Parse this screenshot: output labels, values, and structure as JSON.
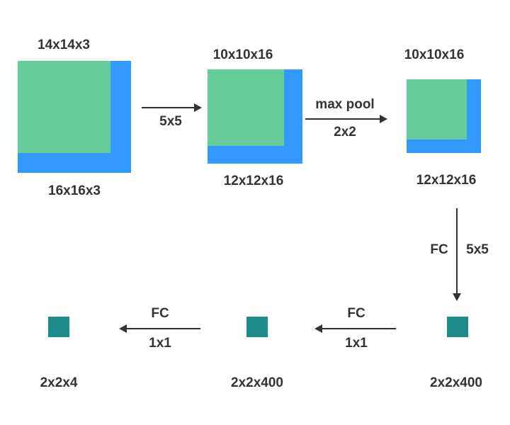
{
  "colors": {
    "blue": "#3399ff",
    "green": "#66cc99",
    "teal": "#1f8a8a",
    "text": "#333333",
    "arrow": "#333333"
  },
  "volumes": {
    "input": {
      "inner_label": "14x14x3",
      "outer_label": "16x16x3"
    },
    "conv": {
      "inner_label": "10x10x16",
      "outer_label": "12x12x16"
    },
    "pool": {
      "inner_label": "10x10x16",
      "outer_label": "12x12x16"
    }
  },
  "outputs": [
    {
      "label": "2x2x400"
    },
    {
      "label": "2x2x400"
    },
    {
      "label": "2x2x4"
    }
  ],
  "arrows": {
    "conv": {
      "label": "5x5"
    },
    "pool": {
      "top_label": "max pool",
      "bottom_label": "2x2"
    },
    "fc_down": {
      "left_label": "FC",
      "right_label": "5x5"
    },
    "fc_1": {
      "top_label": "FC",
      "bottom_label": "1x1"
    },
    "fc_2": {
      "top_label": "FC",
      "bottom_label": "1x1"
    }
  }
}
